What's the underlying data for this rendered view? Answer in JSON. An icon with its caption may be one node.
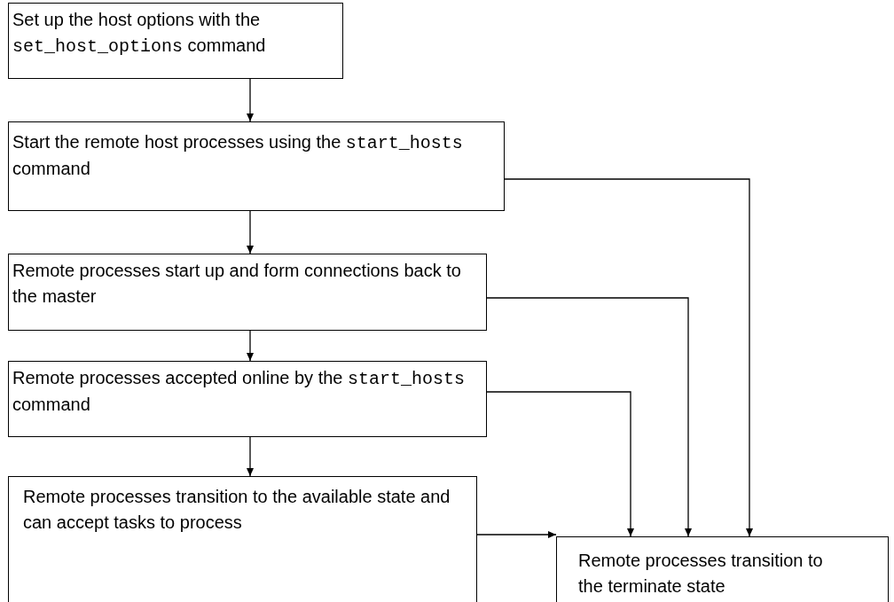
{
  "diagram": {
    "nodes": [
      {
        "text": [
          "Set up the host options with the set_host_options command"
        ]
      },
      {
        "text": [
          "Start the remote host processes using the start_hosts command"
        ]
      },
      {
        "text": [
          "Remote processes start up and form connections back to the master"
        ]
      },
      {
        "text": [
          "Remote processes accepted online by the start_hosts command"
        ]
      },
      {
        "text": [
          "Remote processes transition to the available state and can accept tasks to process"
        ]
      },
      {
        "text": [
          "Remote processes transition to the terminate state"
        ]
      }
    ],
    "edges": [
      {
        "from": 0,
        "to": 1,
        "arrow": "to"
      },
      {
        "from": 1,
        "to": 2,
        "arrow": "to"
      },
      {
        "from": 2,
        "to": 3,
        "arrow": "to"
      },
      {
        "from": 3,
        "to": 4,
        "arrow": "to"
      },
      {
        "from": 4,
        "to": 5,
        "arrow": "to"
      },
      {
        "from": 1,
        "to": 5,
        "arrow": "to"
      },
      {
        "from": 2,
        "to": 5,
        "arrow": "to"
      },
      {
        "from": 3,
        "to": 5,
        "arrow": "to"
      }
    ]
  }
}
